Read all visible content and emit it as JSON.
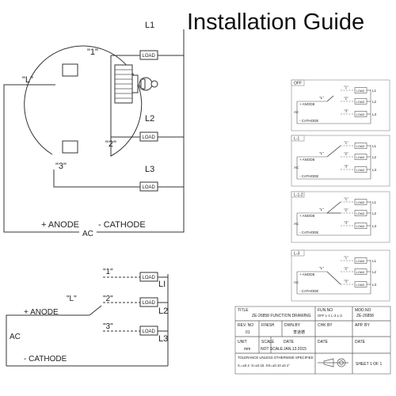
{
  "title": "Installation Guide",
  "top_diagram": {
    "terminals": [
      "\"L\"",
      "\"1\"",
      "\"2\"",
      "\"3\""
    ],
    "lines": [
      "L1",
      "L2",
      "L3"
    ],
    "load_label": "LOAD",
    "anode": "+ ANODE",
    "ac": "AC",
    "cathode": "- CATHODE"
  },
  "bottom_diagram": {
    "terminals": [
      "\"L\"",
      "\"1\"",
      "\"2\"",
      "\"3\""
    ],
    "lines": [
      "LI",
      "L2",
      "L3"
    ],
    "load_label": "LOAD",
    "anode": "+ ANODE",
    "ac": "AC",
    "cathode": "- CATHODE"
  },
  "switch_positions": [
    "OFF",
    "L-1",
    "L-1-2",
    "L-3"
  ],
  "position_panel": {
    "anode": "+ ANODE",
    "ac": "AC",
    "cathode": "- CATHODE",
    "load_label": "LOAD",
    "terminals": [
      "\"L\"",
      "\"1\"",
      "\"2\"",
      "\"3\""
    ],
    "lines": [
      "L1",
      "L2",
      "L3"
    ]
  },
  "title_block": {
    "title_label": "TITLE",
    "title_value": "ZE-26858 FUNCTION DRAWING",
    "fun_no_label": "FUN.NO",
    "fun_no_value": "OFF L-1 L-3 L-3",
    "mod_no_label": "MOD.NO",
    "mod_no_value": "ZE-26858",
    "rev_no_label": "REV. NO",
    "rev_no_value": "01",
    "finish_label": "FINISH",
    "dwn_by_label": "DWN.BY",
    "dwn_by_value": "李道德",
    "chk_by_label": "CHK BY",
    "app_by_label": "APP. BY",
    "unit_label": "UNIT",
    "unit_value": "mm",
    "scale_label": "SCALE",
    "scale_value": "NOT SCALE",
    "date1_label": "DATE",
    "date1_value": "JAN.13.2015",
    "date2_label": "DATE",
    "date3_label": "DATE",
    "tolerance": "TOLERANCE UNLESS OTHERWISE SPECIFIED",
    "tolerance_values": "X.=±0.2    .X=±0.15    .XX=±0.10    ±0.1°",
    "sheet": "SHEET 1 OF 1"
  }
}
